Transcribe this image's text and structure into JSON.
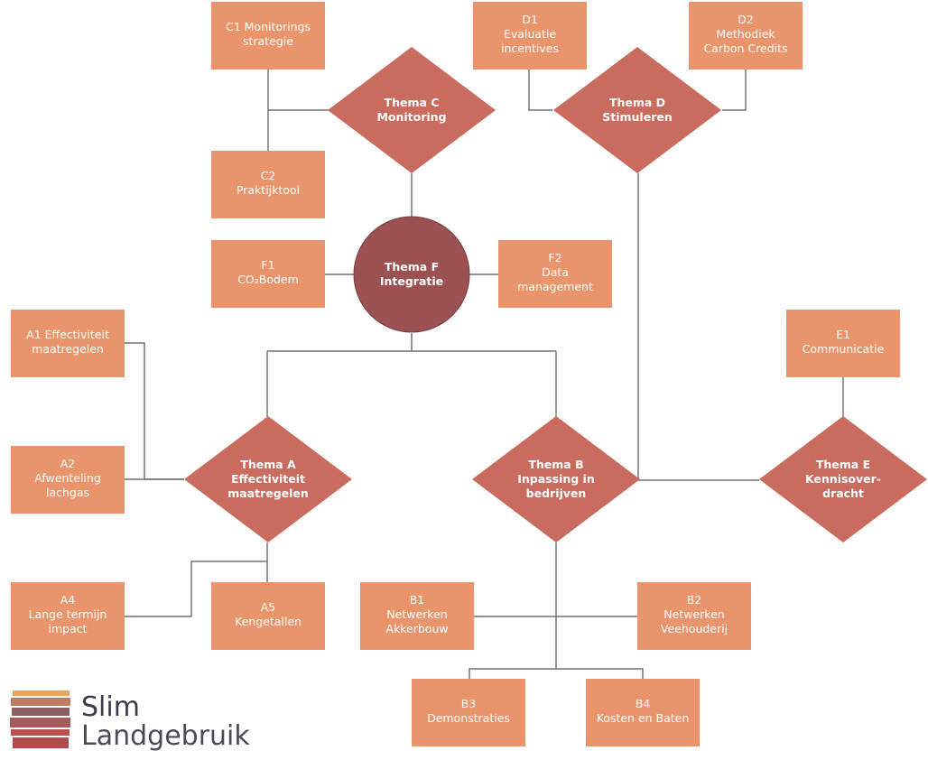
{
  "nodes": {
    "C1": [
      "C1 Monitorings",
      "strategie"
    ],
    "C2": [
      "C2",
      "Praktijktool"
    ],
    "D1": [
      "D1",
      "Evaluatie",
      "incentives"
    ],
    "D2": [
      "D2",
      "Methodiek",
      "Carbon Credits"
    ],
    "F1": [
      "F1",
      "CO₂Bodem"
    ],
    "F2": [
      "F2",
      "Data",
      "management"
    ],
    "A1": [
      "A1 Effectiviteit",
      "maatregelen"
    ],
    "A2": [
      "A2",
      "Afwenteling",
      "lachgas"
    ],
    "A4": [
      "A4",
      "Lange termijn",
      "impact"
    ],
    "A5": [
      "A5",
      "Kengetallen"
    ],
    "B1": [
      "B1",
      "Netwerken",
      "Akkerbouw"
    ],
    "B2": [
      "B2",
      "Netwerken",
      "Veehouderij"
    ],
    "B3": [
      "B3",
      "Demonstraties"
    ],
    "B4": [
      "B4",
      "Kosten en Baten"
    ],
    "E1": [
      "E1",
      "Communicatie"
    ]
  },
  "themes": {
    "C": [
      "Thema C",
      "Monitoring"
    ],
    "D": [
      "Thema D",
      "Stimuleren"
    ],
    "F": [
      "Thema F",
      "Integratie"
    ],
    "A": [
      "Thema A",
      "Effectiviteit",
      "maatregelen"
    ],
    "B": [
      "Thema B",
      "Inpassing in",
      "bedrijven"
    ],
    "E": [
      "Thema E",
      "Kennisover-",
      "dracht"
    ]
  },
  "logo": {
    "line1": "Slim",
    "line2": "Landgebruik"
  },
  "colors": {
    "box": "#e9946a",
    "diamond": "#c96b5e",
    "circle": "#9b5152",
    "connector": "#555555"
  }
}
